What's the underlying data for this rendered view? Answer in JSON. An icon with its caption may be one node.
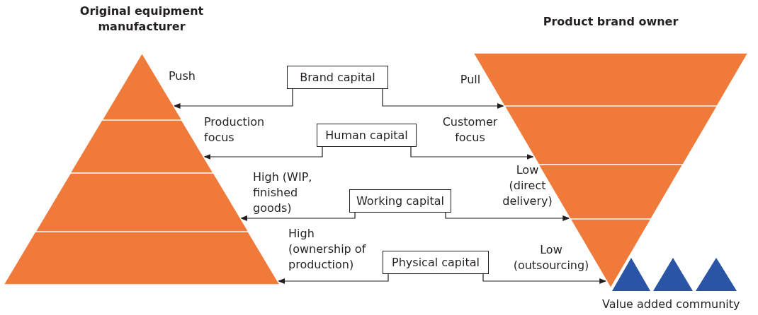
{
  "diagram": {
    "nodes": [
      {
        "text": [
          "Original equipment manufacturer"
        ]
      },
      {
        "text": [],
        "shape": "triangle",
        "in": 0
      },
      {
        "text": [],
        "shape": "band",
        "in": 0
      },
      {
        "text": [],
        "shape": "band",
        "in": 0
      },
      {
        "text": [],
        "shape": "band",
        "in": 0
      },
      {
        "text": [
          "Product brand owner"
        ]
      },
      {
        "text": [],
        "shape": "band",
        "in": 5
      },
      {
        "text": [],
        "shape": "band",
        "in": 5
      },
      {
        "text": [],
        "shape": "band",
        "in": 5
      },
      {
        "text": [],
        "shape": "triangle",
        "in": 5
      },
      {
        "text": [
          "Brand capital"
        ]
      },
      {
        "text": [
          "Human capital"
        ]
      },
      {
        "text": [
          "Working capital"
        ]
      },
      {
        "text": [
          "Physical capital"
        ]
      },
      {
        "text": [],
        "shape": "triangle"
      },
      {
        "text": [],
        "shape": "triangle"
      },
      {
        "text": [],
        "shape": "triangle"
      }
    ],
    "edges": [
      {
        "from": 10,
        "to": 1,
        "arrow": "to",
        "label": "Push"
      },
      {
        "from": 10,
        "to": 6,
        "arrow": "to",
        "label": "Pull"
      },
      {
        "from": 11,
        "to": 2,
        "arrow": "to",
        "label": "Production focus"
      },
      {
        "from": 11,
        "to": 7,
        "arrow": "to",
        "label": "Customer focus"
      },
      {
        "from": 12,
        "to": 3,
        "arrow": "to",
        "label": "High (WIP, finished goods)"
      },
      {
        "from": 12,
        "to": 8,
        "arrow": "to",
        "label": "Low (direct delivery)"
      },
      {
        "from": 13,
        "to": 4,
        "arrow": "to",
        "label": "High (ownership of production)"
      },
      {
        "from": 13,
        "to": 9,
        "arrow": "to",
        "label": "Low (outsourcing)"
      }
    ],
    "labels": [
      "Value added community"
    ]
  }
}
